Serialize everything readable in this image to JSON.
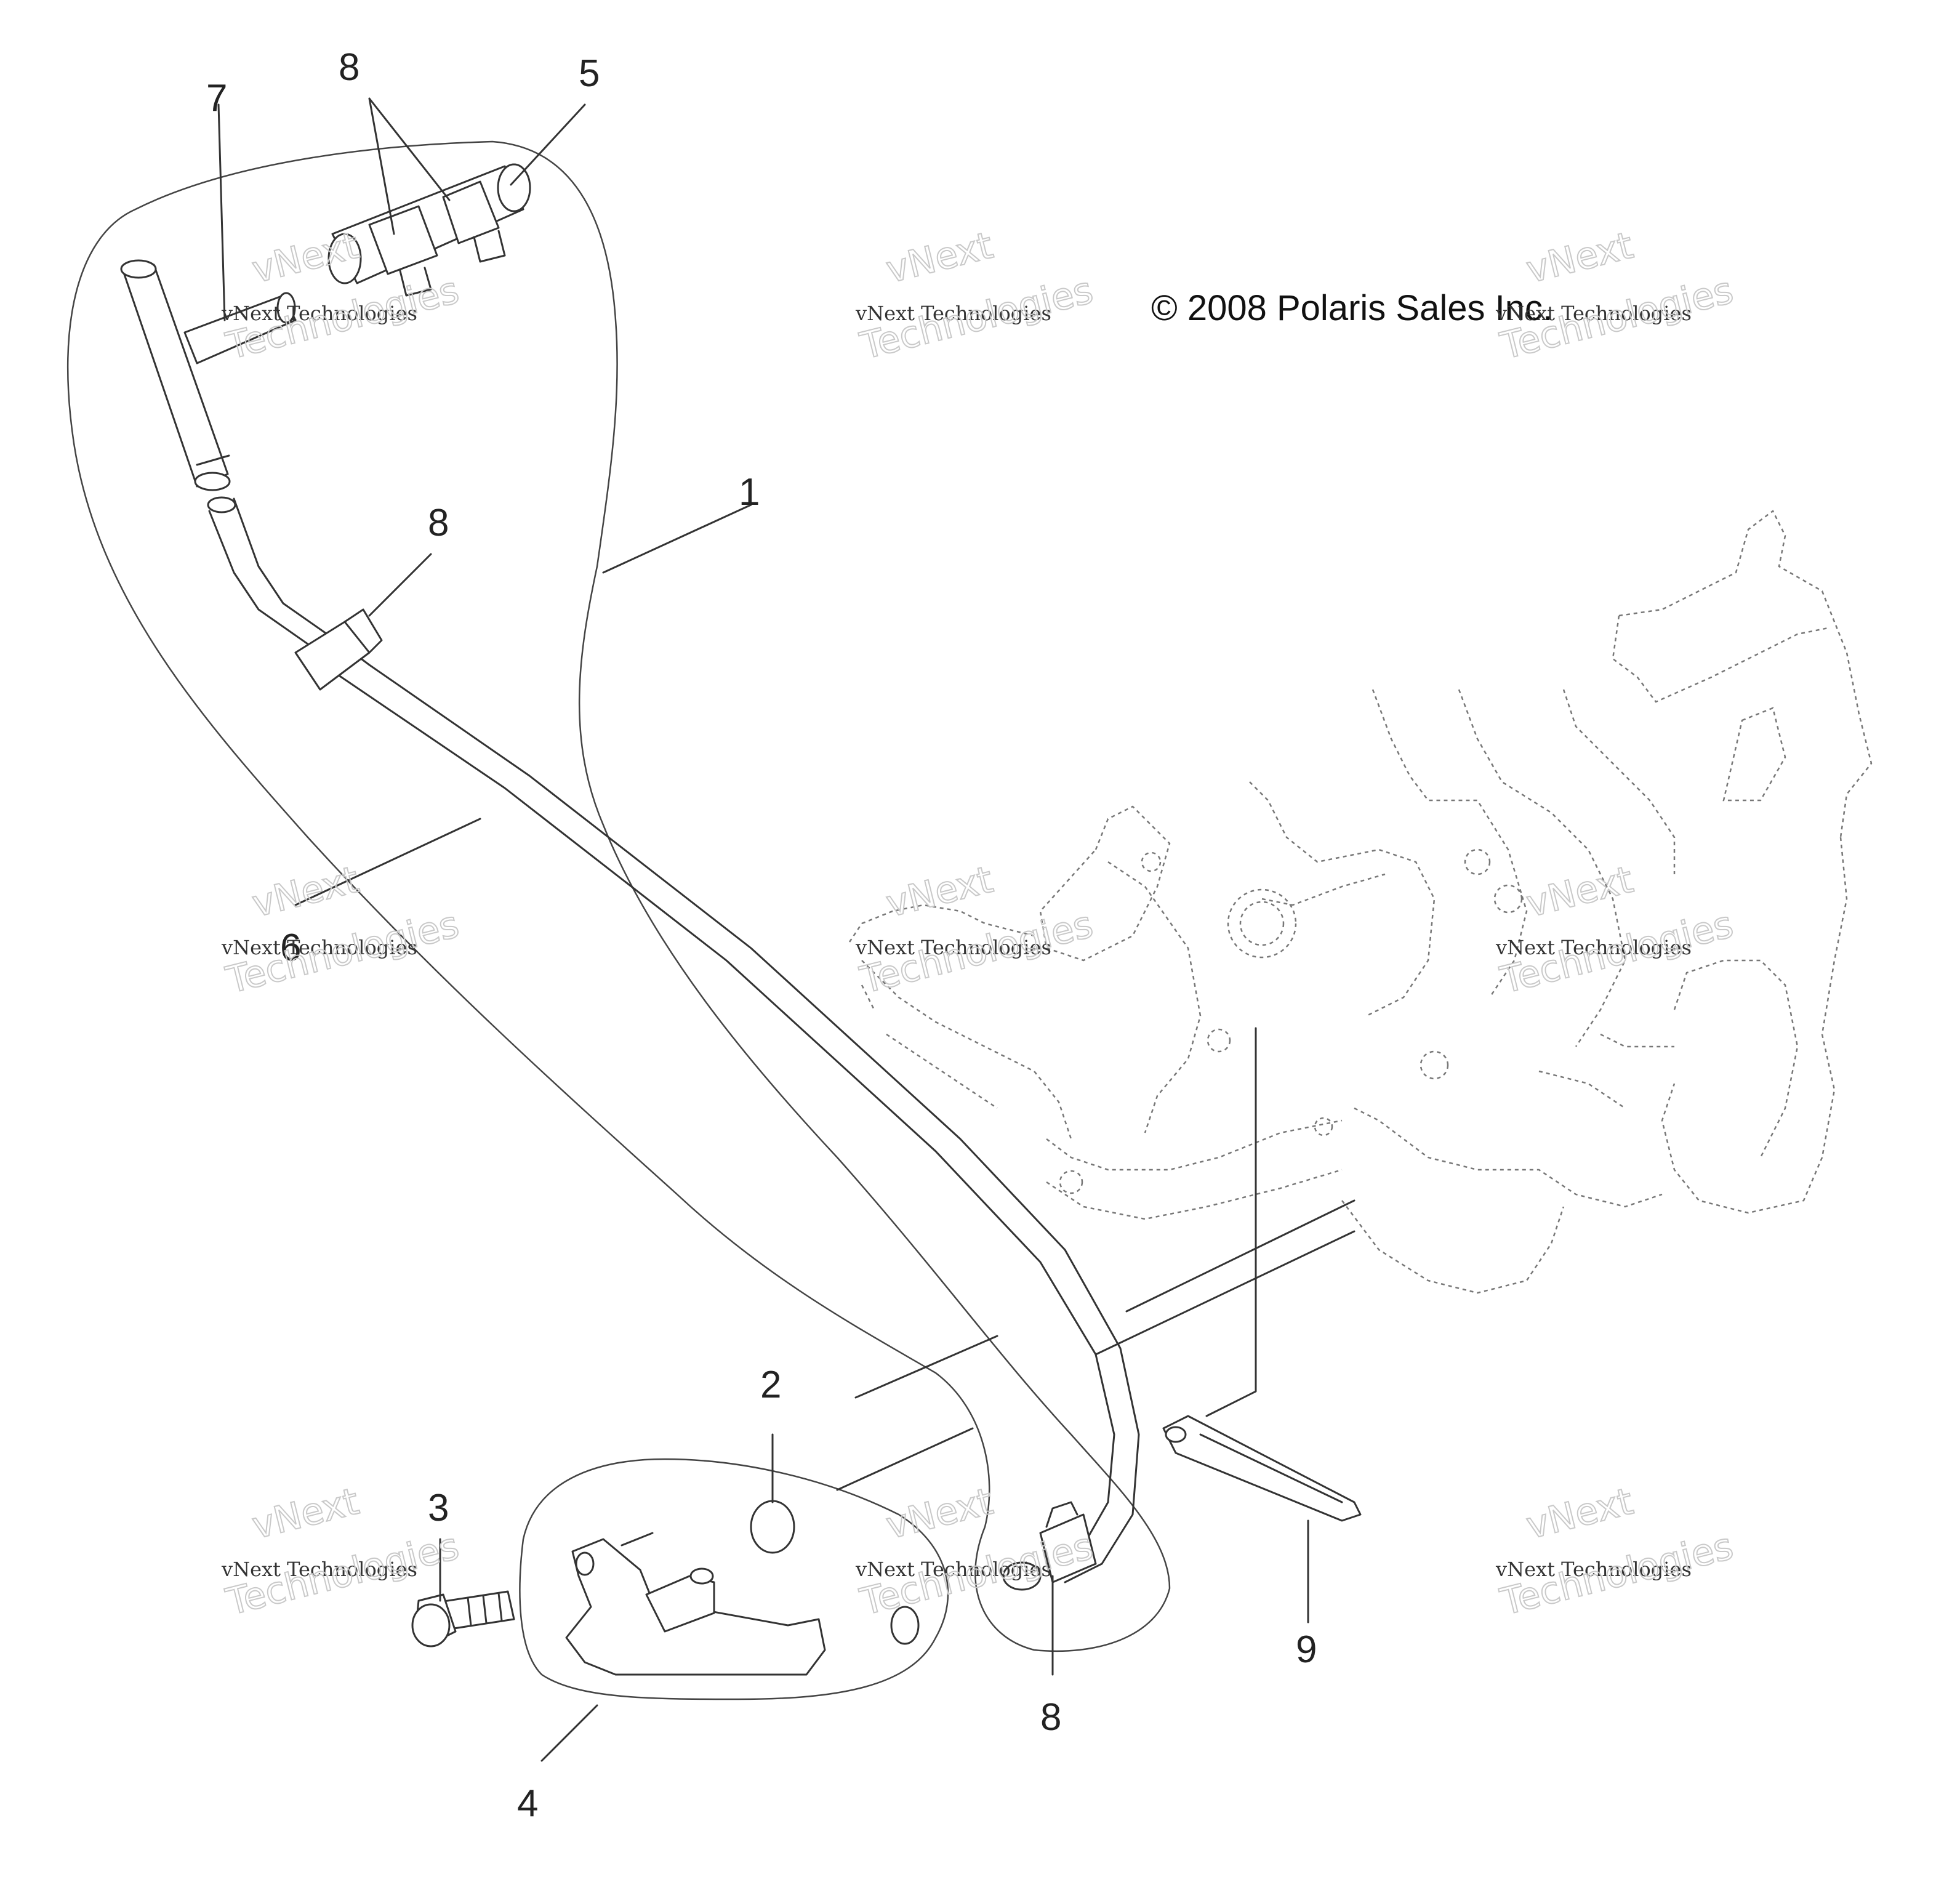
{
  "copyright": "© 2008 Polaris Sales Inc.",
  "watermark": {
    "line1": "vNext",
    "line2": "vNext Technologies",
    "line3": "Technologies"
  },
  "callouts": {
    "c1": "1",
    "c2": "2",
    "c3": "3",
    "c4": "4",
    "c5": "5",
    "c6": "6",
    "c7": "7",
    "c8a": "8",
    "c8b": "8",
    "c8c": "8",
    "c9": "9"
  }
}
